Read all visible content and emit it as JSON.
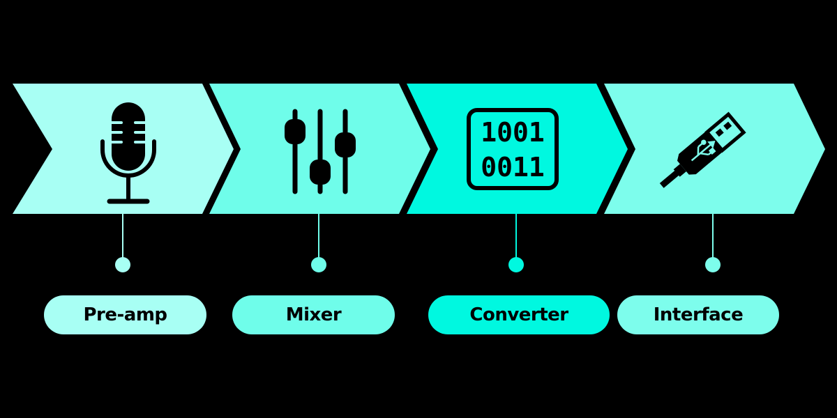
{
  "stages": [
    {
      "label": "Pre-amp",
      "icon": "microphone-icon",
      "color": "#a8fff4"
    },
    {
      "label": "Mixer",
      "icon": "sliders-icon",
      "color": "#6ffdea"
    },
    {
      "label": "Converter",
      "icon": "binary-icon",
      "color": "#00f8e0"
    },
    {
      "label": "Interface",
      "icon": "usb-icon",
      "color": "#7dfdec"
    }
  ],
  "binary_lines": [
    "1001",
    "0011"
  ]
}
